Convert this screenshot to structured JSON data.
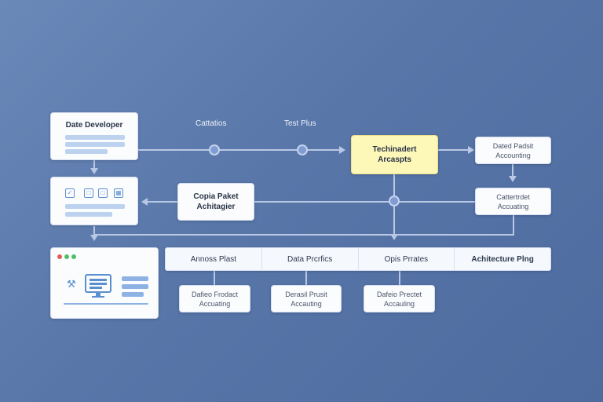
{
  "labels": {
    "connector_1": "Cattatios",
    "connector_2": "Test Plus"
  },
  "nodes": {
    "data_developer": "Date Developer",
    "techinadert": "Techinadert\nArcaspts",
    "detail_1": "Dated Padsit\nAccounting",
    "detail_2": "Cattertrdet\nAccuating",
    "copia_paket": "Copia Paket\nAchitagier",
    "bottom_1": "Dafieo Frodact\nAccuating",
    "bottom_2": "Derasil Prusit\nAccauting",
    "bottom_3": "Dafeio Prectet\nAccauling"
  },
  "tabs": [
    "Annoss Plast",
    "Data Prcrfics",
    "Opis Prrates",
    "Achitecture Plng"
  ],
  "colors": {
    "highlight": "#fdf7b8",
    "connector": "#b9c8e4",
    "dot": "#7f9cd3",
    "accent_blue": "#5a8fd0"
  },
  "icons": {
    "checkbox": "checkbox-icon",
    "grid": "grid-icon",
    "monitor": "monitor-icon"
  }
}
